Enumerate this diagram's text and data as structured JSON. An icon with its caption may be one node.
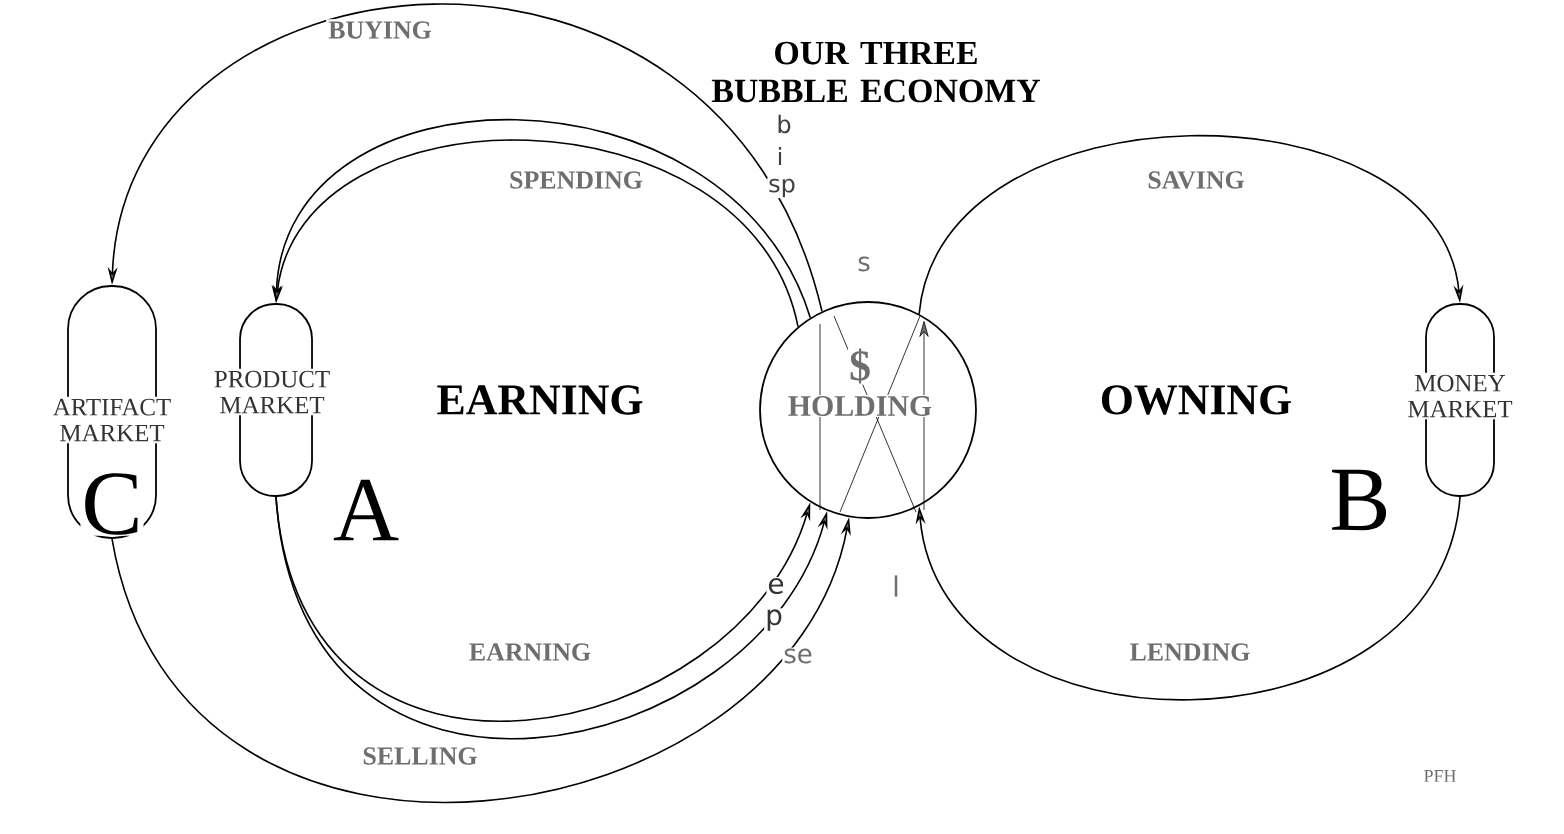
{
  "diagram": {
    "title": "OUR THREE BUBBLE ECONOMY",
    "nodes": [
      {
        "text": [
          "ARTIFACT MARKET"
        ]
      },
      {
        "text": [
          "PRODUCT MARKET"
        ]
      },
      {
        "text": [
          "$",
          "HOLDING"
        ]
      },
      {
        "text": [
          "MONEY MARKET"
        ]
      }
    ],
    "edges": [
      {
        "from": 2,
        "to": 0,
        "arrow": "to",
        "label": "BUYING"
      },
      {
        "from": 2,
        "to": 1,
        "arrow": "to"
      },
      {
        "from": 2,
        "to": 1,
        "arrow": "to",
        "label": "SPENDING"
      },
      {
        "from": 1,
        "to": 2,
        "arrow": "to",
        "label": "EARNING"
      },
      {
        "from": 1,
        "to": 2,
        "arrow": "to"
      },
      {
        "from": 0,
        "to": 2,
        "arrow": "to",
        "label": "SELLING"
      },
      {
        "from": 2,
        "to": 3,
        "arrow": "to",
        "label": "SAVING"
      },
      {
        "from": 3,
        "to": 2,
        "arrow": "to",
        "label": "LENDING"
      }
    ],
    "labels": [
      "b",
      "i",
      "sp",
      "s",
      "EARNING",
      "OWNING",
      "C",
      "A",
      "B",
      "e",
      "p",
      "se",
      "l",
      "PFH"
    ]
  }
}
